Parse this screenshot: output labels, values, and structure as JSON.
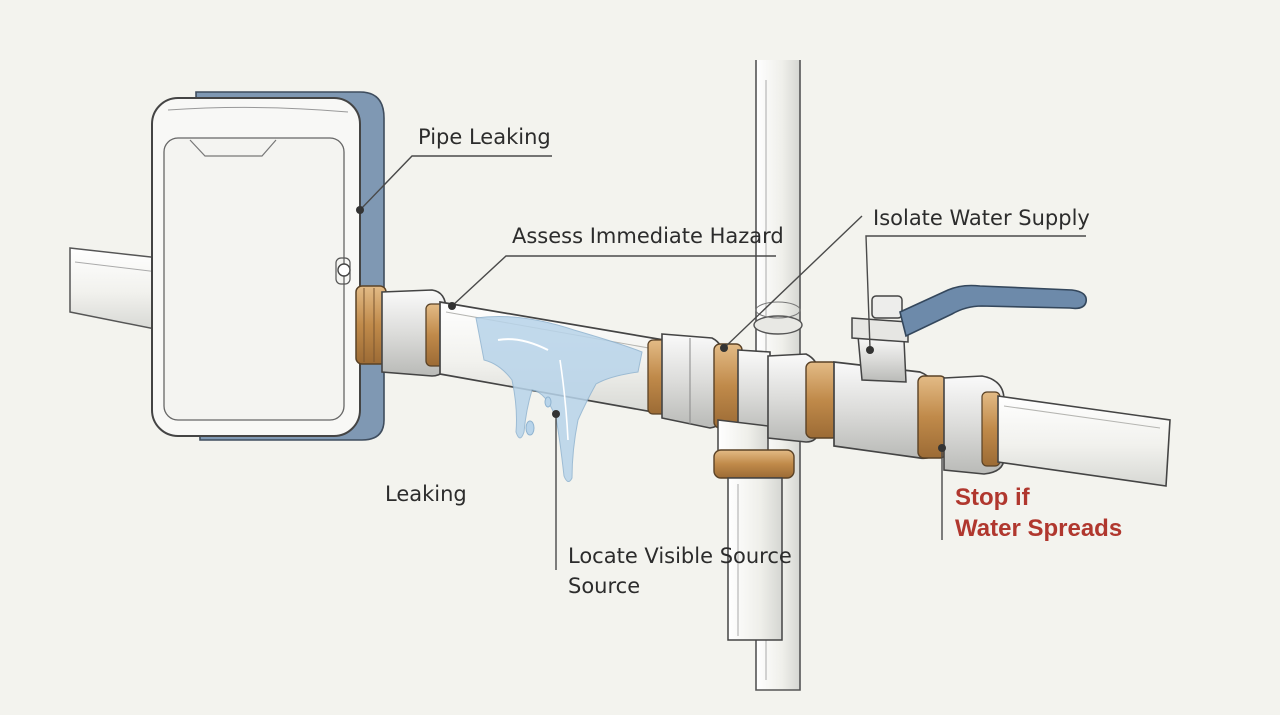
{
  "labels": {
    "pipe_leaking": "Pipe Leaking",
    "assess_hazard": "Assess Immediate Hazard",
    "isolate_supply": "Isolate Water Supply",
    "leaking": "Leaking",
    "locate_line1": "Locate Visible Source",
    "locate_line2": "Source",
    "stop_line1": "Stop if",
    "stop_line2": "Water Spreads"
  },
  "colors": {
    "background": "#f3f3ee",
    "line": "#4a4a4a",
    "pipe": "#f6f6f3",
    "brass": "#c89454",
    "box_side": "#7f98b3",
    "handle": "#6d8aaa",
    "water": "#b8d4ea",
    "warning_text": "#b0372e"
  },
  "icons": [
    "meter-box-icon",
    "shutoff-valve-icon",
    "water-leak-icon"
  ]
}
